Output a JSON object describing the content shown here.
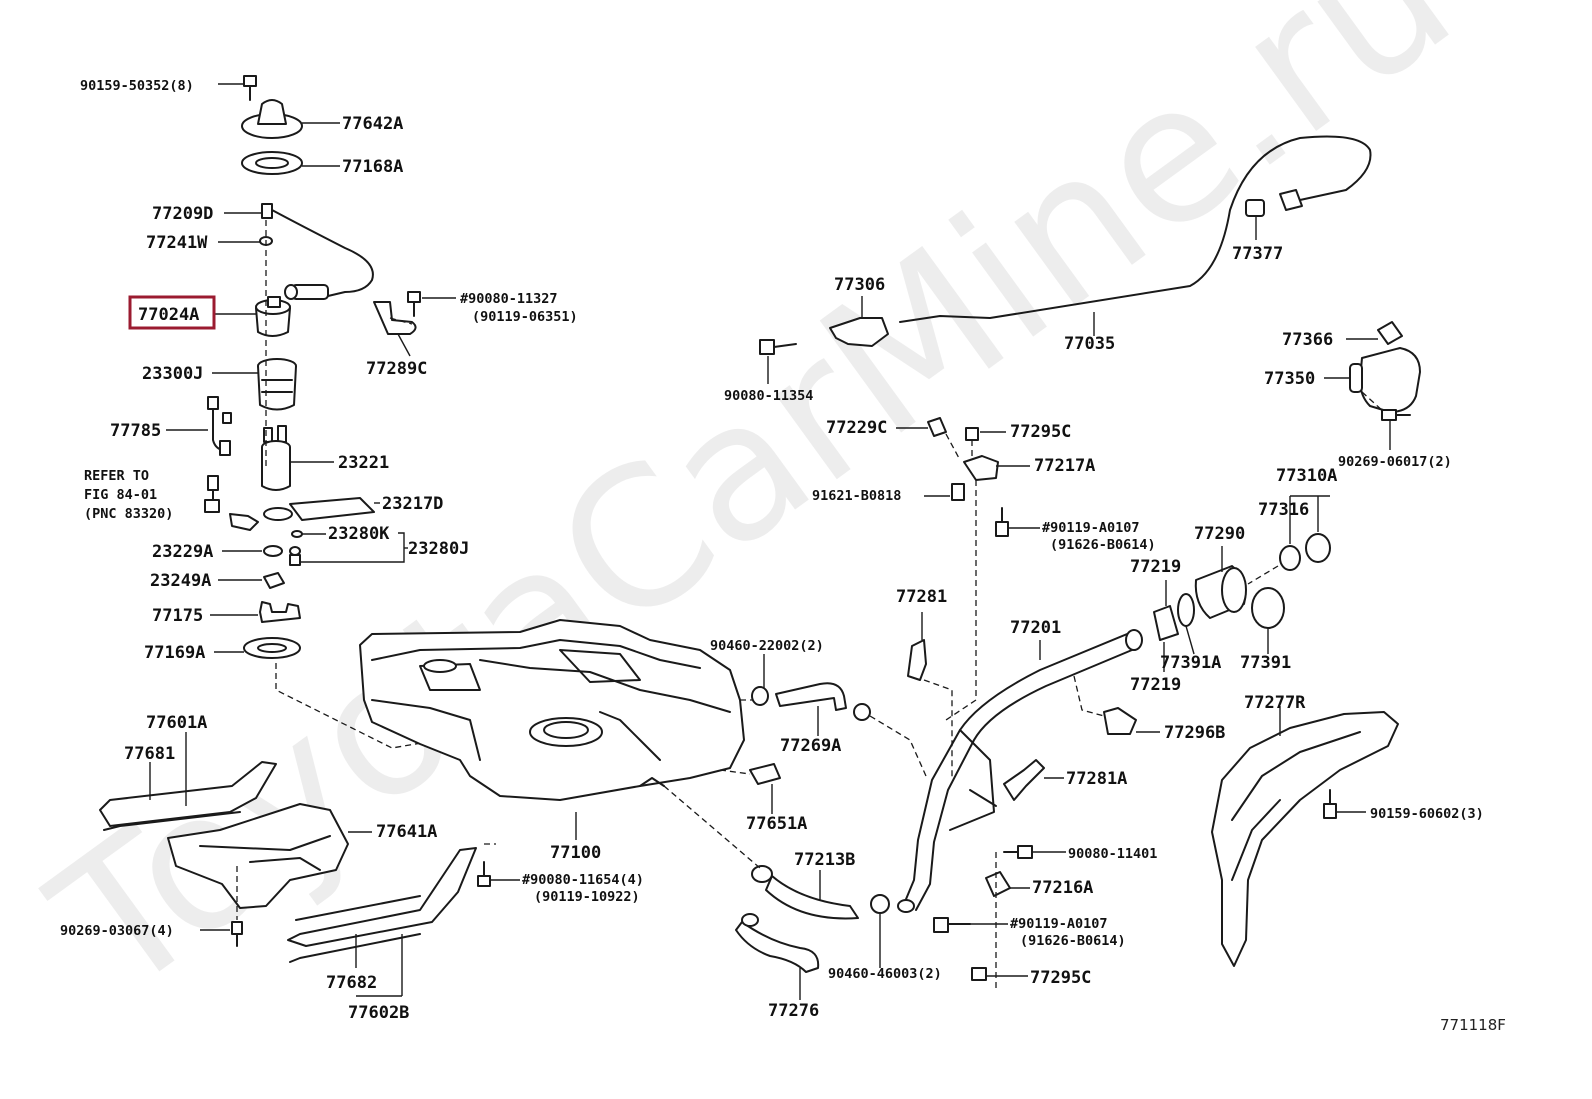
{
  "watermark": "ToyotaCarMine.ru",
  "figure_number": "771118F",
  "highlight_color": "#9b1b30",
  "labels": {
    "l90159_50352": "90159-50352(8)",
    "l77642A": "77642A",
    "l77168A": "77168A",
    "l77209D": "77209D",
    "l77241W": "77241W",
    "l77024A": "77024A",
    "l90080_11327": "#90080-11327",
    "l90119_06351": "(90119-06351)",
    "l77289C": "77289C",
    "l23300J": "23300J",
    "l77785": "77785",
    "l23221": "23221",
    "refer1": "REFER TO",
    "refer2": "FIG 84-01",
    "refer3": "(PNC 83320)",
    "l23217D": "23217D",
    "l23280K": "23280K",
    "l23280J": "23280J",
    "l23229A": "23229A",
    "l23249A": "23249A",
    "l77175": "77175",
    "l77169A": "77169A",
    "l77601A": "77601A",
    "l77681": "77681",
    "l77641A": "77641A",
    "l90269_03067": "90269-03067(4)",
    "l77682": "77682",
    "l77602B": "77602B",
    "l90080_11654": "#90080-11654(4)",
    "l90119_10922": "(90119-10922)",
    "l77100": "77100",
    "l77306": "77306",
    "l90080_11354": "90080-11354",
    "l77035": "77035",
    "l77377": "77377",
    "l77366": "77366",
    "l77350": "77350",
    "l90269_06017": "90269-06017(2)",
    "l77229C": "77229C",
    "l77295C_top": "77295C",
    "l77217A": "77217A",
    "l91621_B0818": "91621-B0818",
    "l90119_A0107_top": "#90119-A0107",
    "l91626_B0614_top": "(91626-B0614)",
    "l77310A": "77310A",
    "l77316": "77316",
    "l77290": "77290",
    "l77219_top": "77219",
    "l77219_bot": "77219",
    "l77391A": "77391A",
    "l77391": "77391",
    "l77281": "77281",
    "l77201": "77201",
    "l90460_22002": "90460-22002(2)",
    "l77269A": "77269A",
    "l77296B": "77296B",
    "l77277R": "77277R",
    "l77281A": "77281A",
    "l77651A": "77651A",
    "l90159_60602": "90159-60602(3)",
    "l90080_11401": "90080-11401",
    "l77213B": "77213B",
    "l77216A": "77216A",
    "l90119_A0107_bot": "#90119-A0107",
    "l91626_B0614_bot": "(91626-B0614)",
    "l90460_46003": "90460-46003(2)",
    "l77295C_bot": "77295C",
    "l77276": "77276"
  }
}
